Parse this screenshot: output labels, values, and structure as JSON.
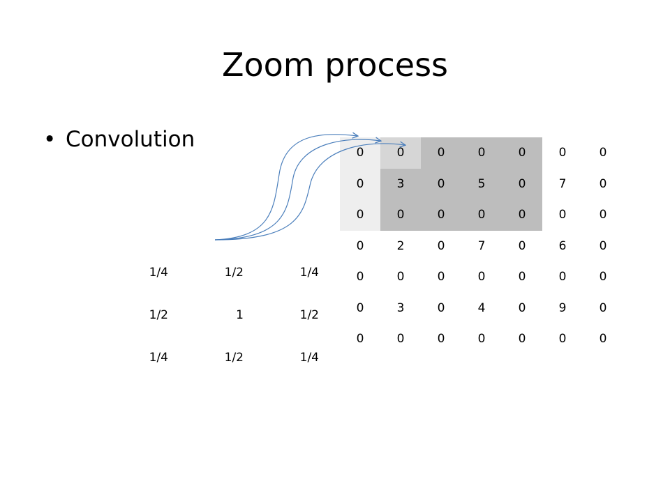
{
  "slide": {
    "title": "Zoom process",
    "bullet": "Convolution"
  },
  "kernel": {
    "rows": [
      [
        "1/4",
        "1/2",
        "1/4"
      ],
      [
        "1/2",
        "1",
        "1/2"
      ],
      [
        "1/4",
        "1/2",
        "1/4"
      ]
    ]
  },
  "grid": {
    "rows": [
      [
        "0",
        "0",
        "0",
        "0",
        "0",
        "0",
        "0"
      ],
      [
        "0",
        "3",
        "0",
        "5",
        "0",
        "7",
        "0"
      ],
      [
        "0",
        "0",
        "0",
        "0",
        "0",
        "0",
        "0"
      ],
      [
        "0",
        "2",
        "0",
        "7",
        "0",
        "6",
        "0"
      ],
      [
        "0",
        "0",
        "0",
        "0",
        "0",
        "0",
        "0"
      ],
      [
        "0",
        "3",
        "0",
        "4",
        "0",
        "9",
        "0"
      ],
      [
        "0",
        "0",
        "0",
        "0",
        "0",
        "0",
        "0"
      ]
    ]
  },
  "colors": {
    "arrow": "#4a7ebb",
    "highlight_light": "#eeeeee",
    "highlight_mid": "#d6d6d6",
    "highlight_dark": "#bdbdbd"
  }
}
